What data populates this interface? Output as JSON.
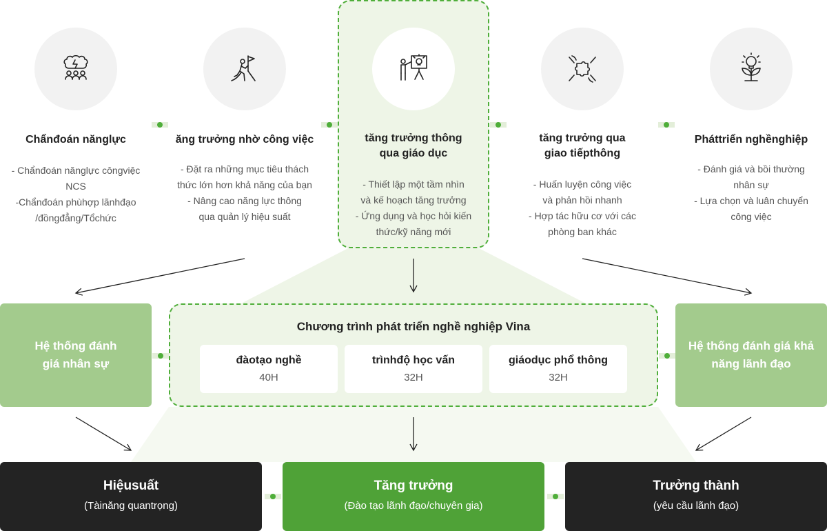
{
  "stages": [
    {
      "icon": "brain-team-icon",
      "title": "Chẩnđoán nănglực",
      "description": "- Chẩnđoán nănglực côngviệc\nNCS\n-Chẩnđoán phùhợp lãnhđạo\n/đồngđẳng/Tổchức"
    },
    {
      "icon": "climber-flag-icon",
      "title": "ăng trưởng nhờ công việc",
      "description": "- Đặt ra những mục tiêu thách\nthức lớn hơn khả năng của bạn\n- Nâng cao năng lực thông\nqua quản lý hiệu suất"
    },
    {
      "icon": "presenter-idea-icon",
      "title": "tăng trưởng thông\nqua giáo dục",
      "description": "- Thiết lập một tầm nhìn\nvà kế hoạch tăng trưởng\n- Ứng dụng và học hỏi kiến\nthức/kỹ năng mới"
    },
    {
      "icon": "hands-puzzle-icon",
      "title": "tăng trưởng qua\ngiao tiếpthông",
      "description": "- Huấn luyện công việc\nvà phản hồi nhanh\n- Hợp tác hữu cơ với các\nphòng ban khác"
    },
    {
      "icon": "lightbulb-plant-icon",
      "title": "Pháttriển nghềnghiệp",
      "description": "- Đánh giá và bồi thường\nnhân sự\n- Lựa chọn và luân chuyển\ncông việc"
    }
  ],
  "left_system": "Hệ thống đánh\ngiá nhân sự",
  "right_system": "Hệ thống đánh giá khả\nnăng lãnh đạo",
  "program": {
    "title": "Chương trình phát triển nghề nghiệp Vina",
    "courses": [
      {
        "name": "đàotạo nghề",
        "hours": "40H"
      },
      {
        "name": "trìnhđộ học vấn",
        "hours": "32H"
      },
      {
        "name": "giáodục phổ thông",
        "hours": "32H"
      }
    ]
  },
  "outcomes": [
    {
      "title": "Hiệusuất",
      "subtitle": "(Tàinăng quantrọng)"
    },
    {
      "title": "Tăng trưởng",
      "subtitle": "(Đào tạo lãnh đạo/chuyên gia)"
    },
    {
      "title": "Trưởng thành",
      "subtitle": "(yêu cầu lãnh đạo)"
    }
  ],
  "colors": {
    "accent_green": "#4fae3a",
    "light_green": "#a3cb8d",
    "pale_green": "#eef5e7",
    "dark": "#232323"
  }
}
